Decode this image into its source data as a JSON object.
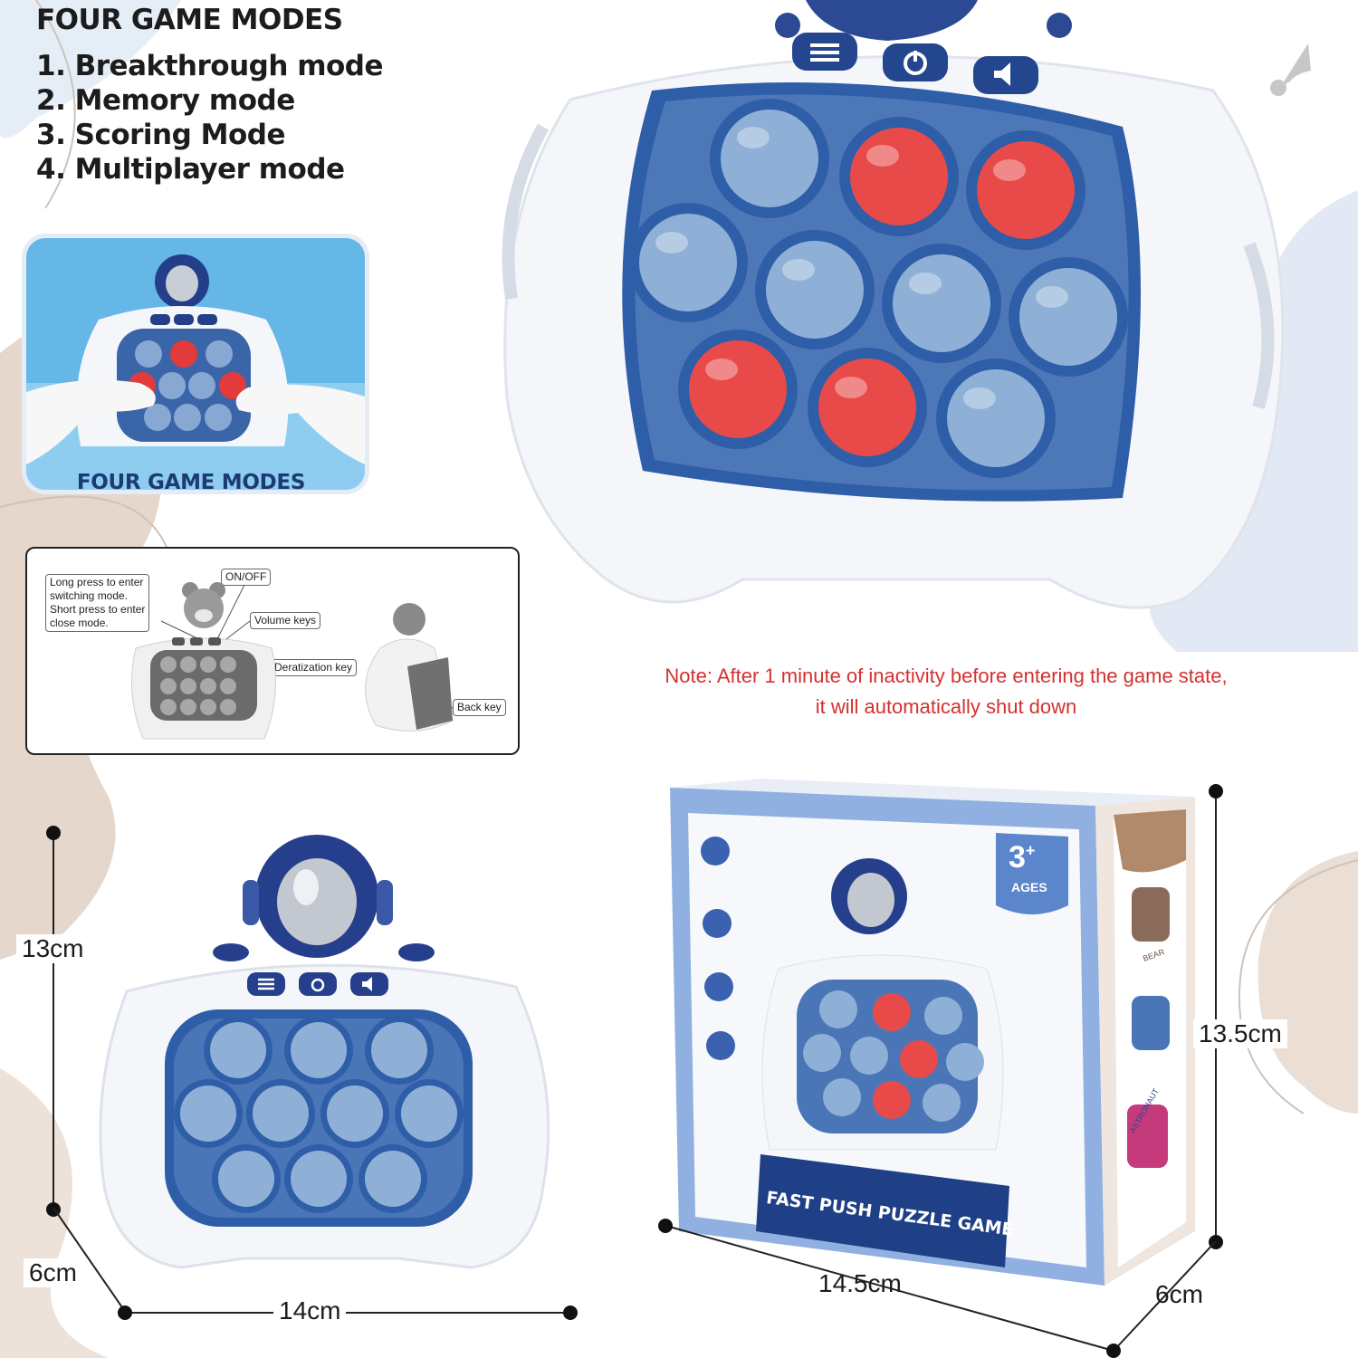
{
  "header": {
    "title": "FOUR GAME MODES"
  },
  "modes": [
    "1. Breakthrough mode",
    "2. Memory mode",
    "3. Scoring Mode",
    "4. Multiplayer mode"
  ],
  "inset": {
    "caption": "FOUR GAME MODES"
  },
  "guide": {
    "long_press": [
      "Long press to enter",
      "switching mode.",
      "Short press to enter",
      "close mode."
    ],
    "on_off": "ON/OFF",
    "volume": "Volume keys",
    "deratization": "Deratization key",
    "back": "Back key"
  },
  "note": [
    "Note: After 1 minute of inactivity before entering the game state,",
    "it will automatically shut down"
  ],
  "dimensions": {
    "height_small": "13cm",
    "depth_small": "6cm",
    "width_small": "14cm",
    "height_box": "13.5cm",
    "width_box": "14.5cm",
    "depth_box": "6cm"
  },
  "box": {
    "title": "FAST PUSH PUZZLE GAME",
    "age_big": "3",
    "age_plus": "+",
    "age_label": "AGES",
    "side_labels": [
      "BEAR",
      "ASTRONAUT"
    ]
  },
  "colors": {
    "accent_blue": "#1d3b73",
    "bubble_blue": "#8fb0d6",
    "bubble_red": "#e23b3b",
    "note_red": "#d4312e"
  }
}
